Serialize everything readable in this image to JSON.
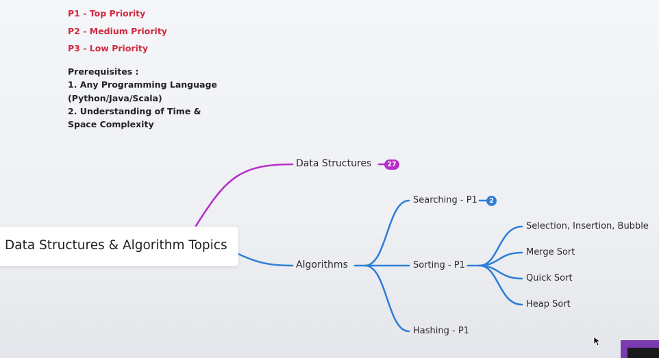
{
  "legend": {
    "p1": "P1 - Top Priority",
    "p2": "P2 - Medium Priority",
    "p3": "P3 - Low Priority"
  },
  "prerequisites": {
    "heading": "Prerequisites :",
    "lines": [
      "1. Any Programming Language",
      "(Python/Java/Scala)",
      "2. Understanding of Time &",
      "Space Complexity"
    ]
  },
  "mindmap": {
    "root": "Data Structures & Algorithm Topics",
    "branches": {
      "data_structures": {
        "label": "Data Structures",
        "badge": "27"
      },
      "algorithms": {
        "label": "Algorithms",
        "searching": {
          "label": "Searching - P1",
          "badge": "2"
        },
        "sorting": {
          "label": "Sorting - P1",
          "children": [
            "Selection, Insertion, Bubble",
            "Merge Sort",
            "Quick Sort",
            "Heap Sort"
          ]
        },
        "hashing": {
          "label": "Hashing - P1"
        }
      }
    }
  },
  "colors": {
    "priority_text": "#d0293f",
    "purple_branch": "#b530c8",
    "blue_branch": "#2f7fd6"
  }
}
